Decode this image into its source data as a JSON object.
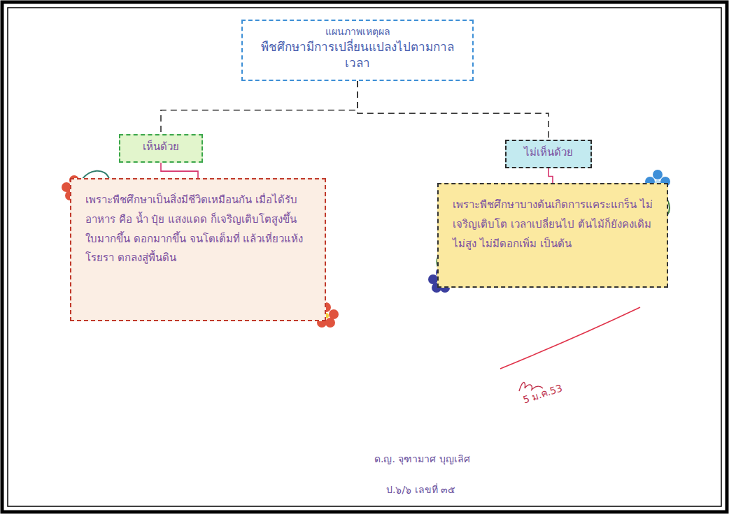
{
  "diagram": {
    "nodes": [
      {
        "text": [
          "แผนภาพเหตุผล",
          "พืชศึกษามีการเปลี่ยนแปลงไปตามกาลเวลา"
        ]
      },
      {
        "text": [
          "เห็นด้วย"
        ]
      },
      {
        "text": [
          "ไม่เห็นด้วย"
        ]
      },
      {
        "text": [
          "เพราะพืชศึกษาเป็นสิ่งมีชีวิตเหมือนกัน เมื่อได้รับอาหาร คือ น้ำ ปุ๋ย แสงแดด ก็เจริญเติบโตสูงขึ้น ใบมากขึ้น ดอกมากขึ้น จนโตเต็มที่ แล้วเหี่ยวแห้ง โรยรา ตกลงสู่พื้นดิน"
        ]
      },
      {
        "text": [
          "เพราะพืชศึกษาบางต้นเกิดการแคระแกร็น ไม่เจริญเติบโต เวลาเปลี่ยนไป ต้นไม้ก็ยังคงเดิม ไม่สูง ไม่มีดอกเพิ่ม เป็นต้น"
        ]
      }
    ],
    "edges": [
      {
        "from": 0,
        "to": 1,
        "arrow": "none"
      },
      {
        "from": 0,
        "to": 2,
        "arrow": "none"
      },
      {
        "from": 1,
        "to": 3,
        "arrow": "none"
      },
      {
        "from": 2,
        "to": 4,
        "arrow": "none"
      }
    ],
    "labels": [
      "5 ม.ค.53",
      "ด.ญ. จุฑามาศ บุญเลิศ",
      "ป.๖/๖ เลขที่ ๓๕"
    ]
  }
}
